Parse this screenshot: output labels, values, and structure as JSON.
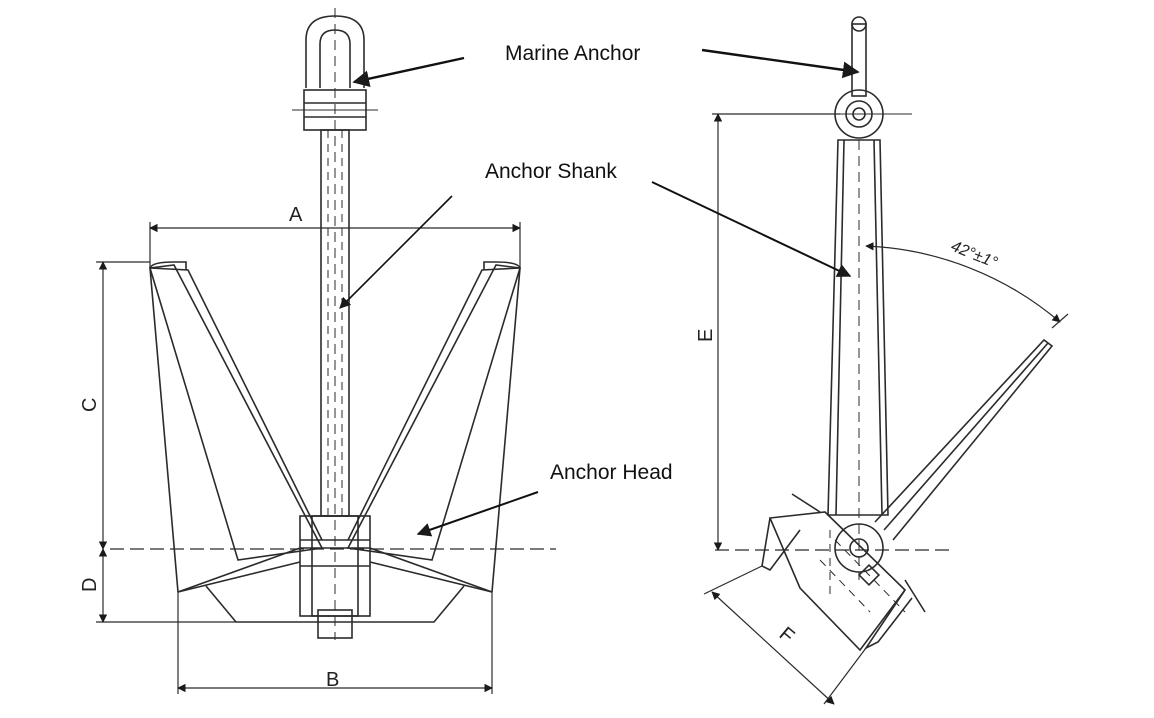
{
  "labels": {
    "marine_anchor": "Marine Anchor",
    "anchor_shank": "Anchor Shank",
    "anchor_head": "Anchor Head"
  },
  "dimensions": {
    "a": "A",
    "b": "B",
    "c": "C",
    "d": "D",
    "e": "E",
    "f": "F",
    "angle": "42°±1°"
  },
  "colors": {
    "line": "#2b2b2b",
    "text": "#111111",
    "background": "#ffffff"
  }
}
